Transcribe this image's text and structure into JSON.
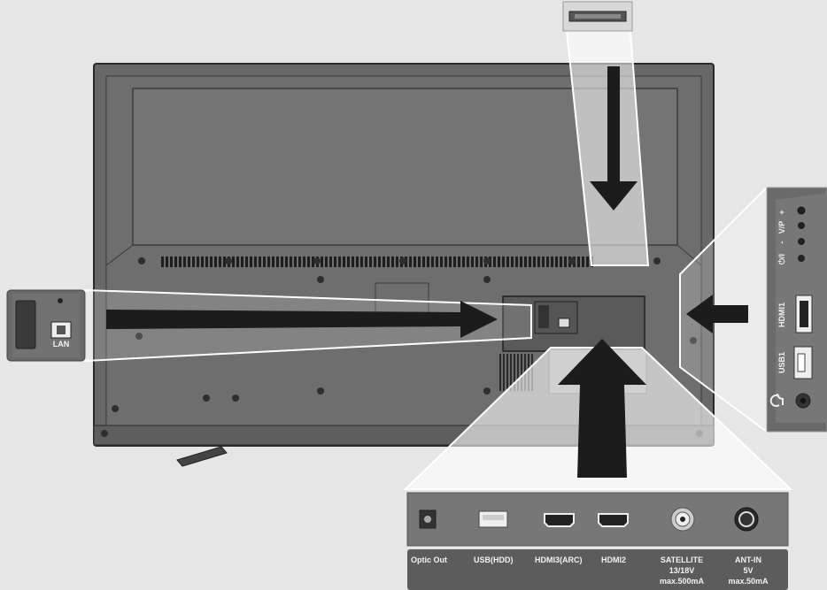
{
  "colors": {
    "background": "#e6e6e6",
    "tv_body": "#686868",
    "tv_outline": "#2a2a2a",
    "arrow": "#1c1c1c",
    "panel": "#777777",
    "label_band": "#5c5c5c"
  },
  "bottom_panel": {
    "ports": [
      {
        "icon": "optical-port-icon",
        "label": "Optic Out"
      },
      {
        "icon": "usb-port-icon",
        "label": "USB(HDD)"
      },
      {
        "icon": "hdmi-port-icon",
        "label": "HDMI3(ARC)"
      },
      {
        "icon": "hdmi-port-icon",
        "label": "HDMI2"
      },
      {
        "icon": "satellite-port-icon",
        "label": "SATELLITE",
        "line2": "13/18V",
        "line3": "max.500mA"
      },
      {
        "icon": "antenna-port-icon",
        "label": "ANT-IN",
        "line2": "5V",
        "line3": "max.50mA"
      }
    ]
  },
  "side_panel": {
    "buttons_label": "V/P",
    "plus": "+",
    "minus": "-",
    "power": "⏻/I",
    "hdmi": "HDMI1",
    "usb": "USB1",
    "headphone_icon": "headphone-icon"
  },
  "left_panel": {
    "lan": "LAN"
  }
}
